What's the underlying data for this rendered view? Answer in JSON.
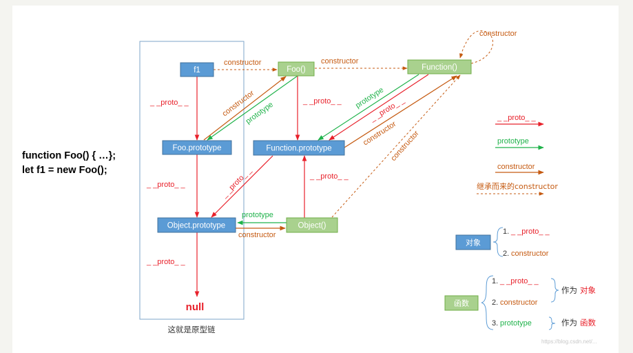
{
  "code": {
    "line1": "function Foo() { …};",
    "line2": "let f1 = new Foo();"
  },
  "nodes": {
    "f1": "f1",
    "foo": "Foo()",
    "function": "Function()",
    "foo_prototype": "Foo.prototype",
    "function_prototype": "Function.prototype",
    "object_prototype": "Object.prototype",
    "object": "Object()",
    "null": "null"
  },
  "edge_labels": {
    "proto": "_ _proto_ _",
    "constructor": "constructor",
    "prototype": "prototype"
  },
  "chain_caption": "这就是原型链",
  "legend": {
    "proto": "_ _proto_ _",
    "prototype": "prototype",
    "constructor": "constructor",
    "inherited": "继承而来的constructor"
  },
  "object_box": {
    "label": "对象",
    "item1_num": "1.",
    "item1": "_ _proto_ _",
    "item2_num": "2.",
    "item2": "constructor"
  },
  "function_box": {
    "label": "函数",
    "item1_num": "1.",
    "item1": "_ _proto_ _",
    "item2_num": "2.",
    "item2": "constructor",
    "item3_num": "3.",
    "item3": "prototype",
    "as_prefix": "作为",
    "as_object": "对象",
    "as_function": "函数"
  },
  "watermark": "https://blog.csdn.net/..."
}
